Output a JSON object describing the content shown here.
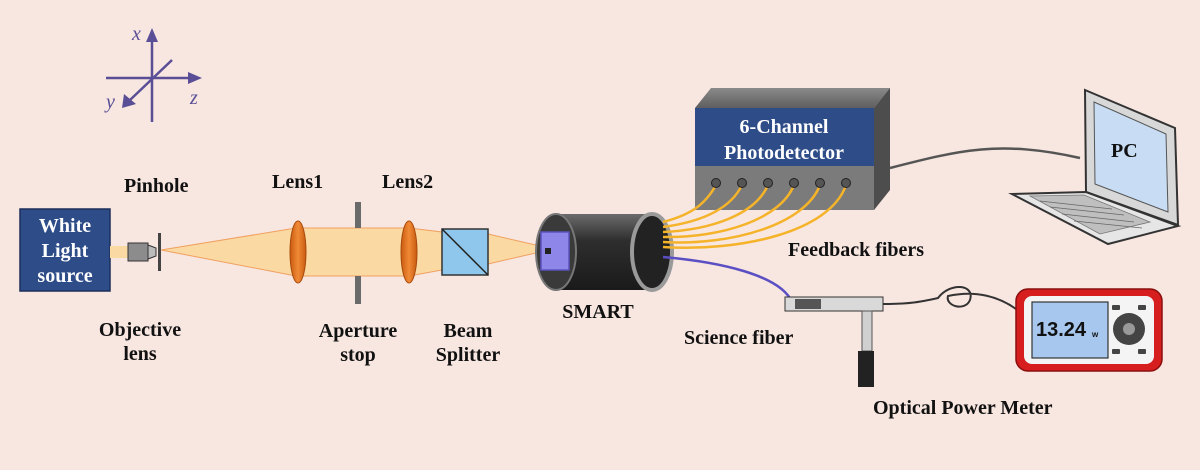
{
  "axes": {
    "x": "x",
    "y": "y",
    "z": "z"
  },
  "source": {
    "line1": "White",
    "line2": "Light",
    "line3": "source"
  },
  "labels": {
    "pinhole": "Pinhole",
    "objective1": "Objective",
    "objective2": "lens",
    "lens1": "Lens1",
    "lens2": "Lens2",
    "aperture1": "Aperture",
    "aperture2": "stop",
    "beam1": "Beam",
    "beam2": "Splitter",
    "smart": "SMART",
    "feedback": "Feedback fibers",
    "science": "Science fiber",
    "power_meter": "Optical Power Meter",
    "pc": "PC"
  },
  "photodetector": {
    "line1": "6-Channel",
    "line2": "Photodetector"
  },
  "meter": {
    "reading": "13.24",
    "unit": "w"
  },
  "colors": {
    "background": "#f8e6e0",
    "beam": "#fbd9a3",
    "lens": "#e8731f",
    "box_blue": "#2d4c88",
    "fiber_yellow": "#f5b32a",
    "science_fiber": "#5b4fc4",
    "meter_red": "#d61e1e"
  }
}
